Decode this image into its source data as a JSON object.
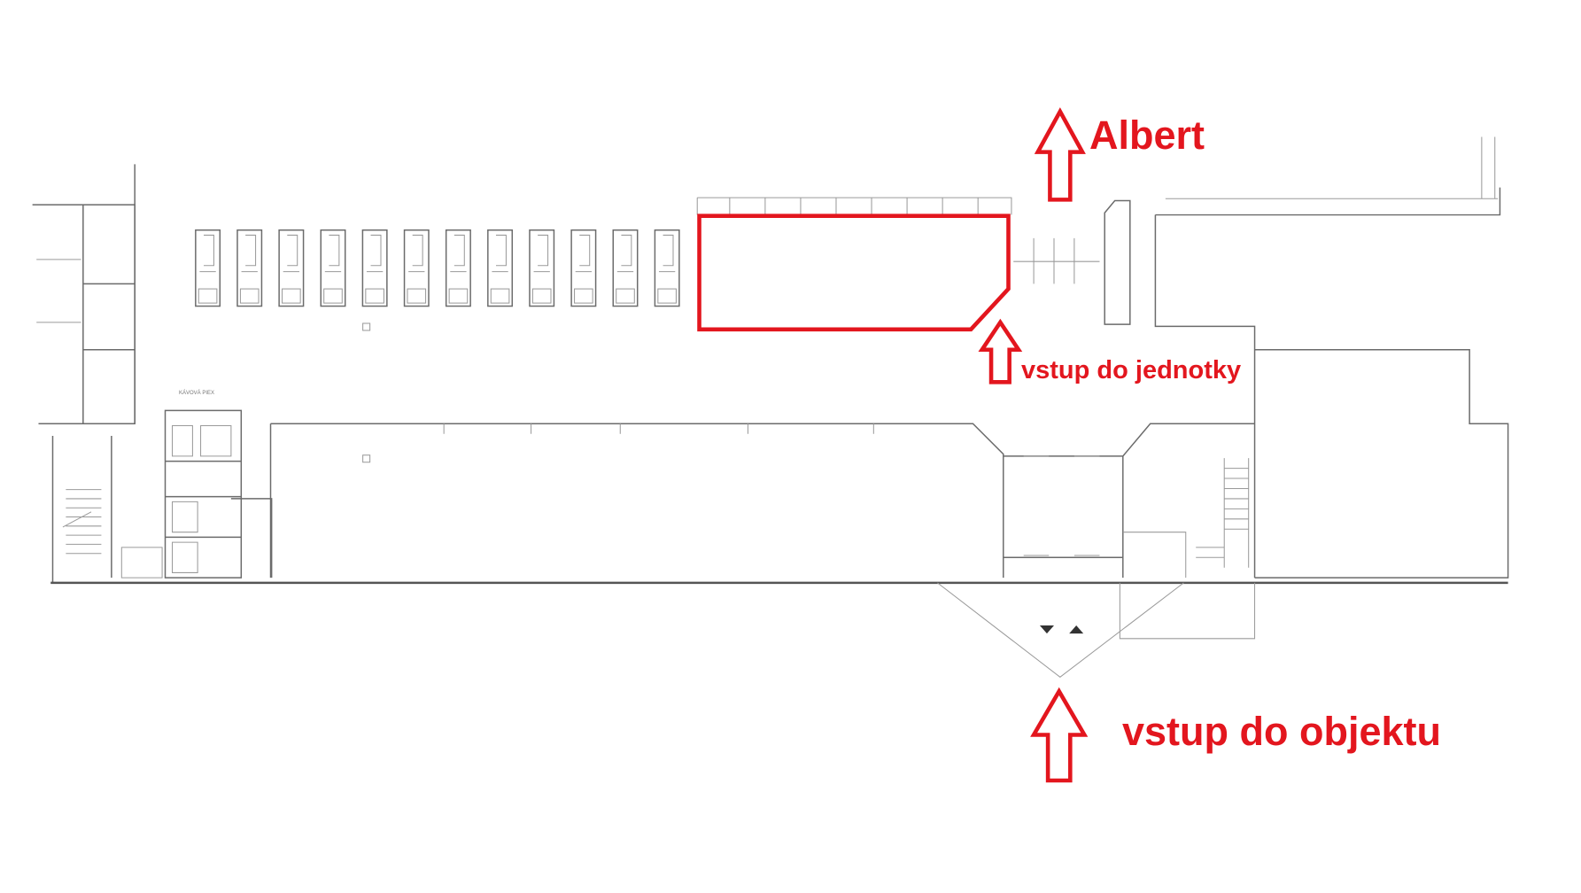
{
  "labels": {
    "albert": "Albert",
    "unit_entrance": "vstup do jednotky",
    "building_entrance": "vstup do objektu",
    "room_caption": "KÁVOVÁ PIEX"
  },
  "colors": {
    "annotation_red": "#e3161e",
    "plan_lines": "#6b6b6b"
  },
  "parking_spaces_count": 12
}
